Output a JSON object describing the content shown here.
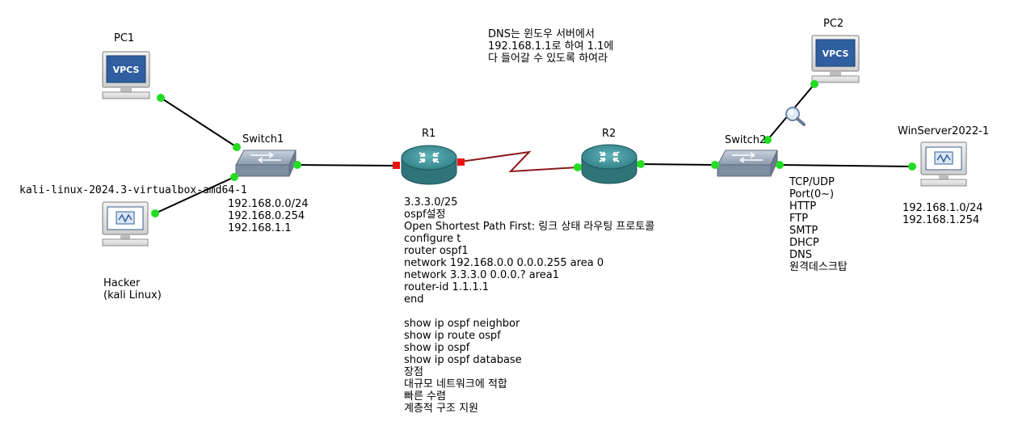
{
  "nodes": {
    "pc1": {
      "label": "PC1",
      "icon": "vpcs-monitor-icon",
      "badge": "VPCS"
    },
    "pc2": {
      "label": "PC2",
      "icon": "vpcs-monitor-icon",
      "badge": "VPCS"
    },
    "switch1": {
      "label": "Switch1",
      "icon": "ethernet-switch-icon"
    },
    "switch2": {
      "label": "Switch2",
      "icon": "ethernet-switch-icon"
    },
    "r1": {
      "label": "R1",
      "icon": "router-icon"
    },
    "r2": {
      "label": "R2",
      "icon": "router-icon"
    },
    "kali": {
      "label": "kali-linux-2024.3-virtualbox-amd64-1",
      "icon": "vm-monitor-icon"
    },
    "winserver": {
      "label": "WinServer2022-1",
      "icon": "vm-monitor-icon"
    }
  },
  "notes": {
    "dns": [
      "DNS는 윈도우 서버에서",
      "192.168.1.1로 하여 1.1에",
      "다 들어갈 수 있도록 하여라"
    ],
    "hacker": [
      "Hacker",
      "(kali Linux)"
    ],
    "switch1_ips": [
      "192.168.0.0/24",
      "192.168.0.254",
      "192.168.1.1"
    ],
    "ospf": [
      "3.3.3.0/25",
      "ospf설정",
      "Open Shortest Path First: 링크 상태 라우팅 프로토콜",
      "configure t",
      "router ospf1",
      "network 192.168.0.0 0.0.0.255 area 0",
      "network 3.3.3.0 0.0.0.? area1",
      "router-id 1.1.1.1",
      "end",
      "",
      "show ip ospf neighbor",
      "show ip route ospf",
      "show ip ospf",
      "show ip ospf database",
      "장점",
      "대규모 네트워크에 적합",
      "빠른 수렴",
      "계층적 구조 지원"
    ],
    "services": [
      "TCP/UDP",
      "Port(0~)",
      "HTTP",
      "FTP",
      "SMTP",
      "DHCP",
      "DNS",
      "원격데스크탑"
    ],
    "win_ips": [
      "192.168.1.0/24",
      "192.168.1.254"
    ]
  },
  "colors": {
    "link_ethernet": "#000000",
    "link_serial": "#8b1a1a",
    "port_up": "#22dd22",
    "port_serial": "#ee1111",
    "router_body": "#3d8f95",
    "switch_body": "#8a99ad",
    "vpcs_blue": "#2f5fa0"
  }
}
